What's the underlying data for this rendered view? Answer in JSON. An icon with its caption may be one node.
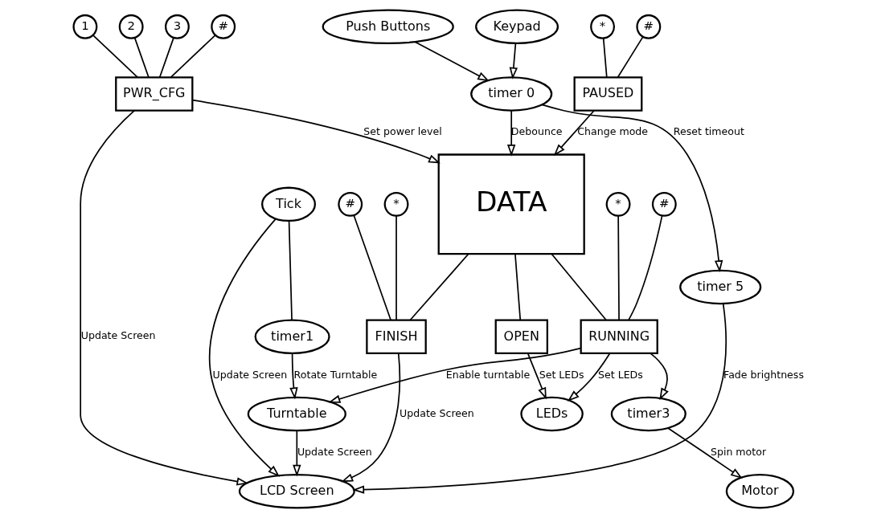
{
  "diagram": {
    "nodes": [
      {
        "text": [
          "*"
        ]
      },
      {
        "text": [
          "#"
        ]
      },
      {
        "text": [
          "PAUSED"
        ]
      },
      {
        "text": [
          "DATA"
        ]
      },
      {
        "text": [
          "Push Buttons"
        ]
      },
      {
        "text": [
          "Keypad"
        ]
      },
      {
        "text": [
          "timer 0"
        ]
      },
      {
        "text": [
          "LEDs"
        ]
      },
      {
        "text": [
          "OPEN"
        ]
      },
      {
        "text": [
          "timer 5"
        ]
      },
      {
        "text": [
          "PWR_CFG"
        ]
      },
      {
        "text": [
          "Tick"
        ]
      },
      {
        "text": [
          "RUNNING"
        ]
      },
      {
        "text": [
          "FINISH"
        ]
      },
      {
        "text": [
          "*"
        ]
      },
      {
        "text": [
          "#"
        ]
      },
      {
        "text": [
          "timer1"
        ]
      },
      {
        "text": [
          "*"
        ]
      },
      {
        "text": [
          "#"
        ]
      },
      {
        "text": [
          "1"
        ]
      },
      {
        "text": [
          "2"
        ]
      },
      {
        "text": [
          "3"
        ]
      },
      {
        "text": [
          "#"
        ]
      },
      {
        "text": [
          "LCD Screen"
        ]
      },
      {
        "text": [
          "timer3"
        ]
      },
      {
        "text": [
          "Turntable"
        ]
      },
      {
        "text": [
          "Motor"
        ]
      }
    ],
    "edges": [
      {
        "from": 0,
        "to": 2,
        "arrow": "none"
      },
      {
        "from": 1,
        "to": 2,
        "arrow": "none"
      },
      {
        "from": 2,
        "to": 3,
        "arrow": "to",
        "label": "Change mode"
      },
      {
        "from": 6,
        "to": 3,
        "arrow": "to",
        "label": "Debounce"
      },
      {
        "from": 4,
        "to": 6,
        "arrow": "to"
      },
      {
        "from": 5,
        "to": 6,
        "arrow": "to"
      },
      {
        "from": 6,
        "to": 9,
        "arrow": "to",
        "label": "Reset timeout"
      },
      {
        "from": 3,
        "to": 8,
        "arrow": "none"
      },
      {
        "from": 8,
        "to": 7,
        "arrow": "to",
        "label": "Set LEDs"
      },
      {
        "from": 3,
        "to": 12,
        "arrow": "none"
      },
      {
        "from": 3,
        "to": 13,
        "arrow": "none"
      },
      {
        "from": 10,
        "to": 3,
        "arrow": "to",
        "label": "Set power level"
      },
      {
        "from": 12,
        "to": 7,
        "arrow": "to",
        "label": "Set LEDs"
      },
      {
        "from": 14,
        "to": 12,
        "arrow": "none"
      },
      {
        "from": 15,
        "to": 12,
        "arrow": "none"
      },
      {
        "from": 17,
        "to": 13,
        "arrow": "none"
      },
      {
        "from": 18,
        "to": 13,
        "arrow": "none"
      },
      {
        "from": 19,
        "to": 10,
        "arrow": "none"
      },
      {
        "from": 20,
        "to": 10,
        "arrow": "none"
      },
      {
        "from": 21,
        "to": 10,
        "arrow": "none"
      },
      {
        "from": 22,
        "to": 10,
        "arrow": "none"
      },
      {
        "from": 10,
        "to": 23,
        "arrow": "to",
        "label": "Update Screen"
      },
      {
        "from": 9,
        "to": 23,
        "arrow": "to",
        "label": "Fade brightness"
      },
      {
        "from": 13,
        "to": 23,
        "arrow": "to",
        "label": "Update Screen"
      },
      {
        "from": 11,
        "to": 23,
        "arrow": "to",
        "label": "Update Screen"
      },
      {
        "from": 11,
        "to": 16,
        "arrow": "none"
      },
      {
        "from": 12,
        "to": 24,
        "arrow": "to"
      },
      {
        "from": 12,
        "to": 25,
        "arrow": "to",
        "label": "Enable turntable"
      },
      {
        "from": 24,
        "to": 26,
        "arrow": "to",
        "label": "Spin motor"
      },
      {
        "from": 25,
        "to": 23,
        "arrow": "to",
        "label": "Update Screen"
      },
      {
        "from": 16,
        "to": 25,
        "arrow": "to",
        "label": "Rotate Turntable"
      }
    ]
  }
}
